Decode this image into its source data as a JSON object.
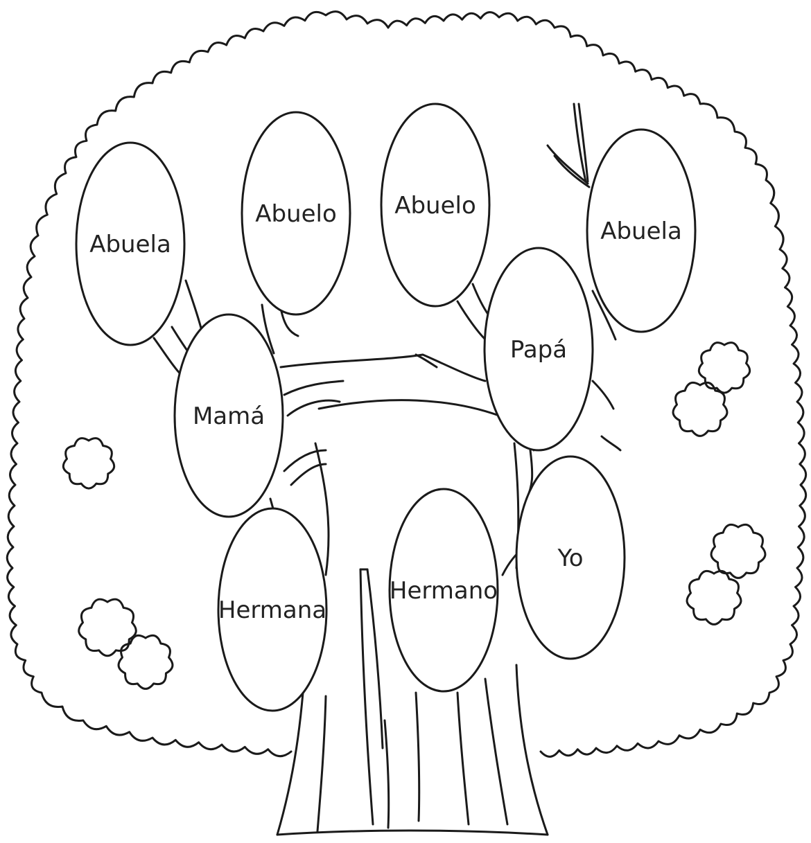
{
  "colors": {
    "ink": "#1a1a1a",
    "paper": "#ffffff",
    "label": "#222222"
  },
  "nodes": [
    {
      "id": "abuela-left",
      "label": "Abuela"
    },
    {
      "id": "abuelo-left",
      "label": "Abuelo"
    },
    {
      "id": "abuelo-right",
      "label": "Abuelo"
    },
    {
      "id": "abuela-right",
      "label": "Abuela"
    },
    {
      "id": "mama",
      "label": "Mamá"
    },
    {
      "id": "papa",
      "label": "Papá"
    },
    {
      "id": "hermana",
      "label": "Hermana"
    },
    {
      "id": "hermano",
      "label": "Hermano"
    },
    {
      "id": "yo",
      "label": "Yo"
    }
  ]
}
